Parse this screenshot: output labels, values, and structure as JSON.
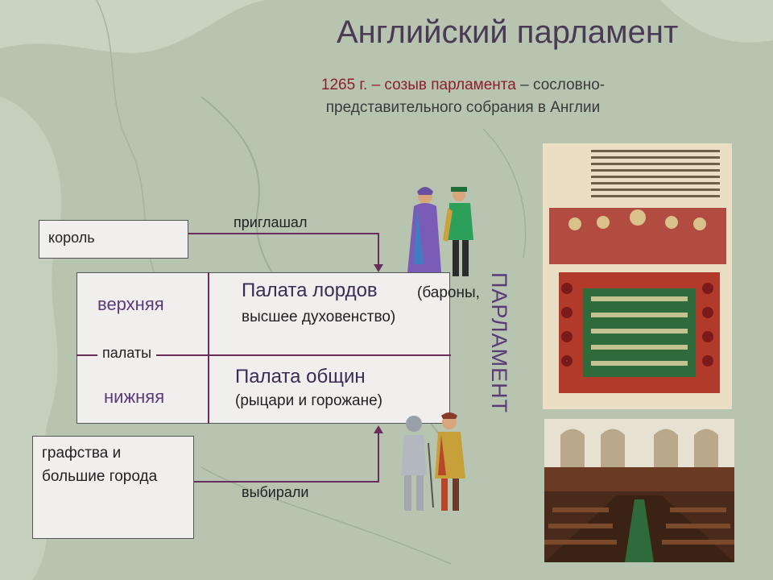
{
  "title": "Английский парламент",
  "subtitle": {
    "lead": "1265 г. – созыв парламента",
    "rest": " – сословно-представительного собрания в Англии"
  },
  "king": "король",
  "counties": "графства и большие города",
  "invited": "приглашал",
  "elected": "выбирали",
  "chambers": {
    "upper": "верхняя",
    "middle": "палаты",
    "lower": "нижняя"
  },
  "lords": {
    "name": "Палата лордов",
    "paren": "(бароны,",
    "rest": "высшее духовенство)"
  },
  "commons": {
    "name": "Палата общин",
    "rest": "(рыцари и горожане)"
  },
  "parliament_vertical": "ПАРЛАМЕНТ",
  "colors": {
    "title": "#4a3a55",
    "lead": "#8e1e2d",
    "accent": "#5b3a78",
    "connector": "#6a2c5a"
  }
}
